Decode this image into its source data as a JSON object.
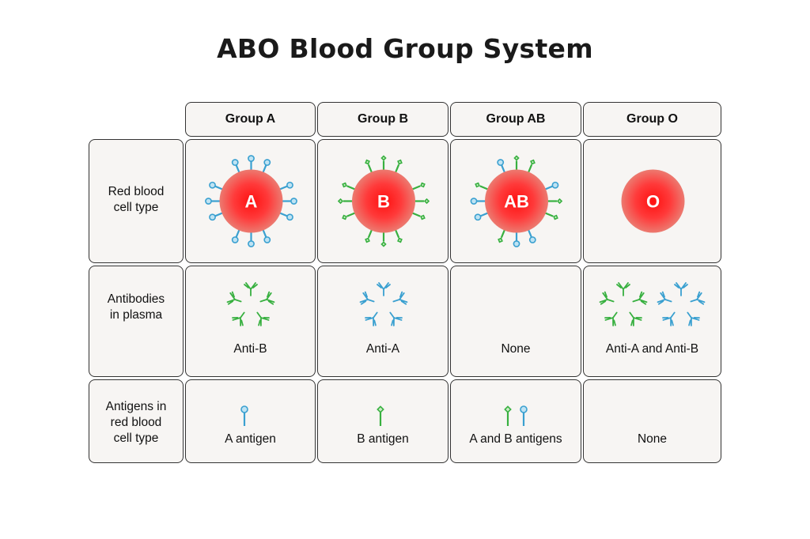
{
  "title": "ABO Blood Group System",
  "columns": [
    "Group A",
    "Group B",
    "Group AB",
    "Group O"
  ],
  "rows": {
    "rbc": {
      "label": [
        "Red blood",
        "cell type"
      ],
      "cells": [
        "A",
        "B",
        "AB",
        "O"
      ]
    },
    "antibodies": {
      "label": [
        "Antibodies",
        "in plasma"
      ],
      "cells": [
        "Anti-B",
        "Anti-A",
        "None",
        "Anti-A and Anti-B"
      ]
    },
    "antigens": {
      "label": [
        "Antigens in",
        "red blood",
        "cell type"
      ],
      "cells": [
        "A antigen",
        "B antigen",
        "A and B antigens",
        "None"
      ]
    }
  },
  "colors": {
    "cell_red_center": "#ff2c2c",
    "cell_red_edge": "#ee6e66",
    "antigen_a_blue": "#3aa0d0",
    "antigen_b_green": "#38b040",
    "cell_background": "#f7f5f3"
  },
  "icons": {
    "antigen_a": "blue-lollipop-antigen",
    "antigen_b": "green-diamond-antigen",
    "antibody": "y-shaped-antibody"
  }
}
